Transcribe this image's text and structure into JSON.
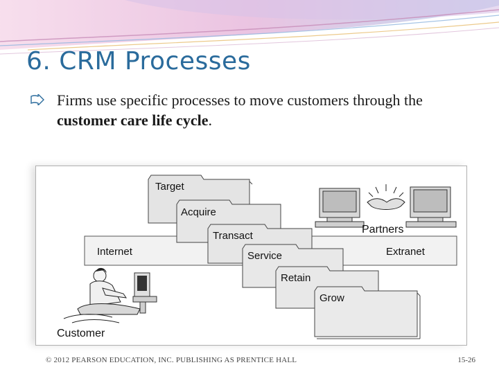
{
  "slide": {
    "title": "6. CRM Processes",
    "bullet": {
      "text_before": "Firms use specific processes to move customers through the ",
      "emphasis": "customer care life cycle",
      "text_after": "."
    }
  },
  "diagram": {
    "steps": [
      "Target",
      "Acquire",
      "Transact",
      "Service",
      "Retain",
      "Grow"
    ],
    "bar_left": "Internet",
    "bar_right": "Extranet",
    "partners_label": "Partners",
    "customer_label": "Customer"
  },
  "footer": {
    "copyright": "© 2012 PEARSON EDUCATION, INC. PUBLISHING AS PRENTICE HALL",
    "page": "15-26"
  },
  "colors": {
    "title": "#2a6b9c",
    "wave_pink": "#e8a8c8",
    "wave_blue": "#a8c8e8",
    "folder_fill": "#e4e4e4"
  },
  "icons": [
    "bullet-arrow-icon",
    "partners-computers-icon",
    "handshake-icon",
    "customer-workstation-icon"
  ]
}
